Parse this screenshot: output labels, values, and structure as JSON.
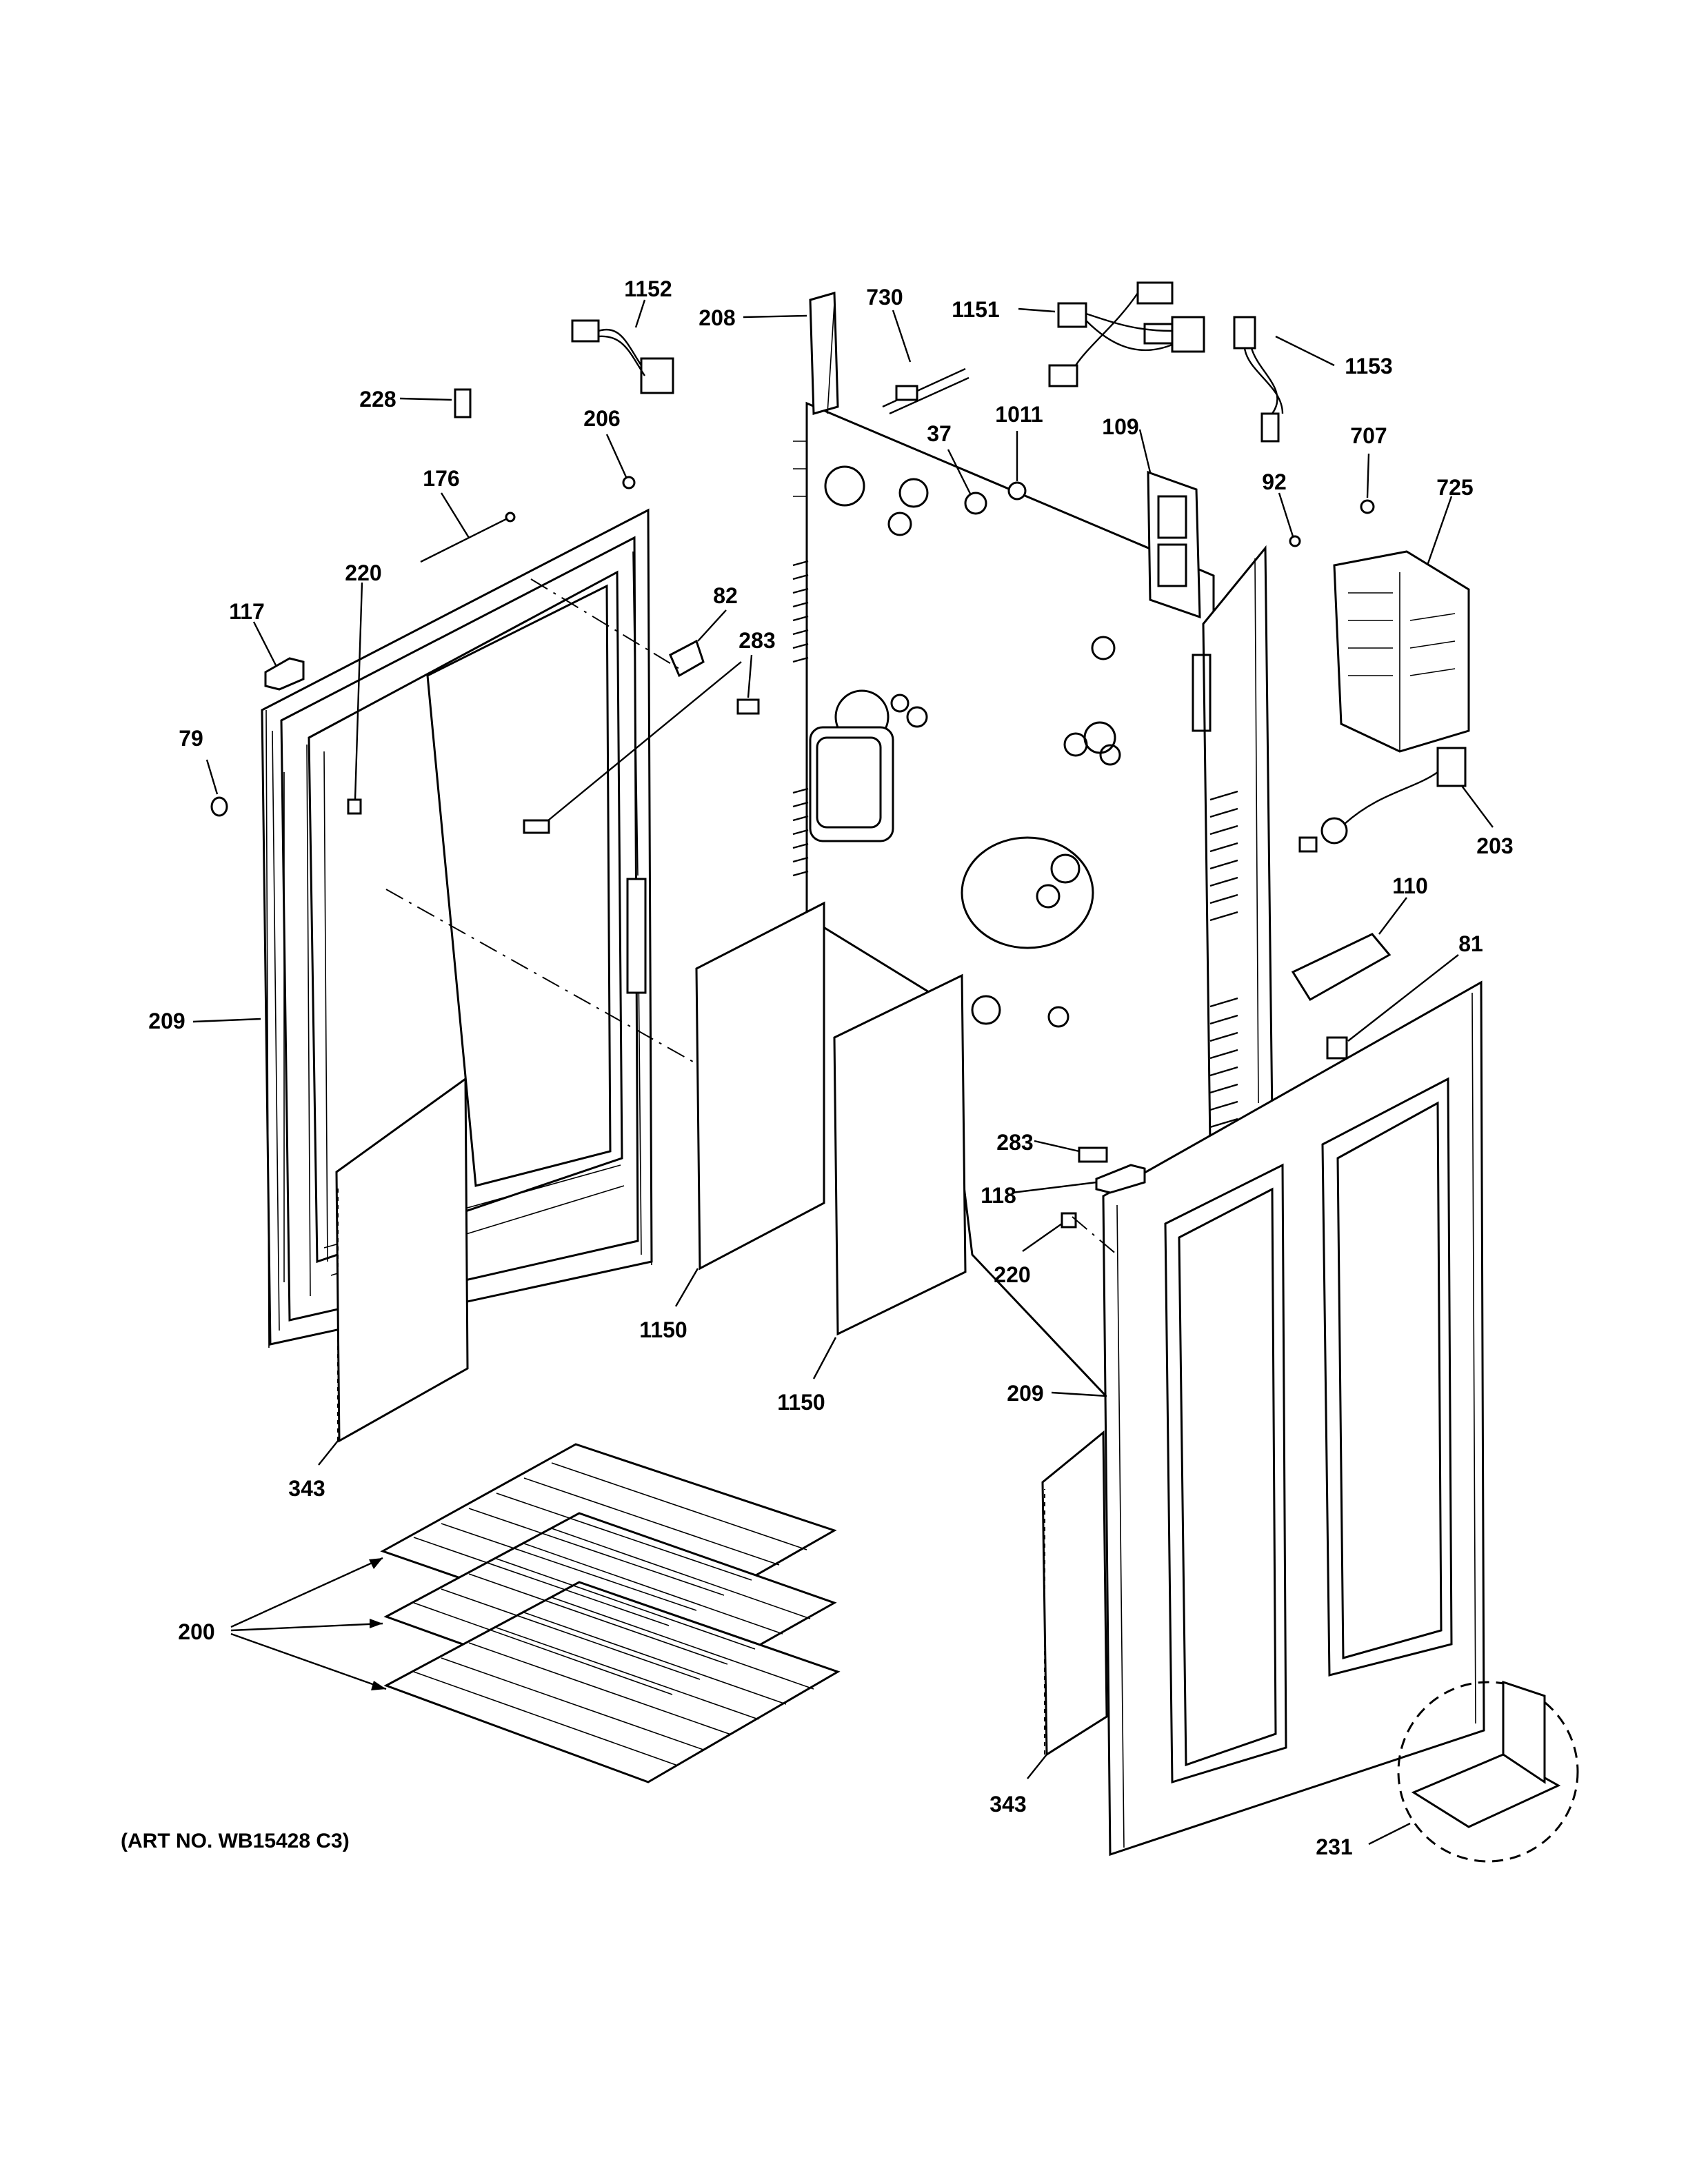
{
  "caption": "(ART NO. WB15428 C3)",
  "callouts": [
    {
      "id": "1152",
      "label": "1152"
    },
    {
      "id": "208",
      "label": "208"
    },
    {
      "id": "730",
      "label": "730"
    },
    {
      "id": "1151",
      "label": "1151"
    },
    {
      "id": "1153",
      "label": "1153"
    },
    {
      "id": "228",
      "label": "228"
    },
    {
      "id": "206",
      "label": "206"
    },
    {
      "id": "37",
      "label": "37"
    },
    {
      "id": "1011",
      "label": "1011"
    },
    {
      "id": "109",
      "label": "109"
    },
    {
      "id": "707",
      "label": "707"
    },
    {
      "id": "176",
      "label": "176"
    },
    {
      "id": "92",
      "label": "92"
    },
    {
      "id": "725",
      "label": "725"
    },
    {
      "id": "220a",
      "label": "220"
    },
    {
      "id": "117",
      "label": "117"
    },
    {
      "id": "82",
      "label": "82"
    },
    {
      "id": "283a",
      "label": "283"
    },
    {
      "id": "79",
      "label": "79"
    },
    {
      "id": "203",
      "label": "203"
    },
    {
      "id": "110",
      "label": "110"
    },
    {
      "id": "81",
      "label": "81"
    },
    {
      "id": "209a",
      "label": "209"
    },
    {
      "id": "283b",
      "label": "283"
    },
    {
      "id": "118",
      "label": "118"
    },
    {
      "id": "220b",
      "label": "220"
    },
    {
      "id": "1150a",
      "label": "1150"
    },
    {
      "id": "1150b",
      "label": "1150"
    },
    {
      "id": "209b",
      "label": "209"
    },
    {
      "id": "343a",
      "label": "343"
    },
    {
      "id": "200",
      "label": "200"
    },
    {
      "id": "343b",
      "label": "343"
    },
    {
      "id": "231",
      "label": "231"
    }
  ]
}
